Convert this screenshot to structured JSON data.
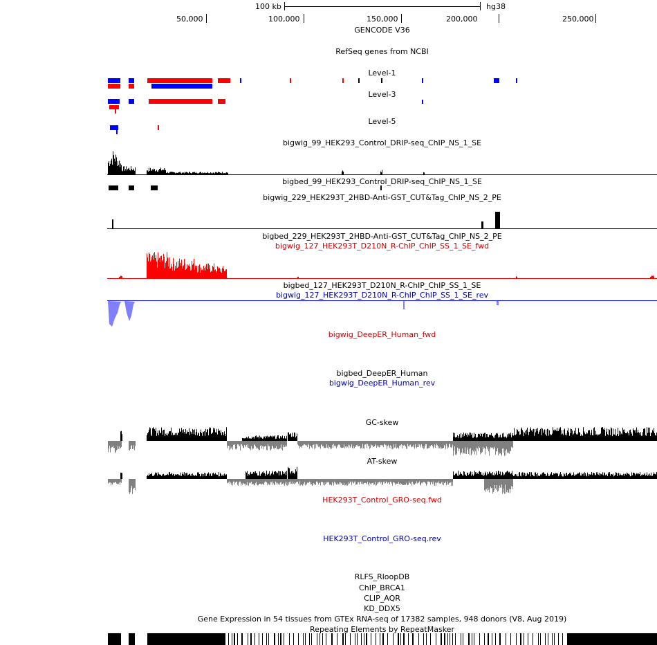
{
  "ruler": {
    "scale_label": "100 kb",
    "assembly": "hg38",
    "ticks": [
      "50,000",
      "100,000",
      "150,000",
      "200,000",
      "250,000"
    ],
    "gene_track": "GENCODE V36"
  },
  "tracks": {
    "refseq_title": "RefSeq genes from NCBI",
    "level1": "Level-1",
    "level3": "Level-3",
    "level5": "Level-5",
    "drip_bigwig": "bigwig_99_HEK293_Control_DRIP-seq_ChIP_NS_1_SE",
    "drip_bigbed": "bigbed_99_HEK293_Control_DRIP-seq_ChIP_NS_1_SE",
    "cut_bigwig": "bigwig_229_HEK293T_2HBD-Anti-GST_CUT&Tag_ChIP_NS_2_PE",
    "cut_bigbed": "bigbed_229_HEK293T_2HBD-Anti-GST_CUT&Tag_ChIP_NS_2_PE",
    "rchip_fwd": "bigwig_127_HEK293T_D210N_R-ChIP_ChIP_SS_1_SE_fwd",
    "rchip_bigbed": "bigbed_127_HEK293T_D210N_R-ChIP_ChIP_SS_1_SE",
    "rchip_rev": "bigwig_127_HEK293T_D210N_R-ChIP_ChIP_SS_1_SE_rev",
    "deeper_fwd": "bigwig_DeepER_Human_fwd",
    "deeper_bigbed": "bigbed_DeepER_Human",
    "deeper_rev": "bigwig_DeepER_Human_rev",
    "gc_skew": "GC-skew",
    "at_skew": "AT-skew",
    "gro_fwd": "HEK293T_Control_GRO-seq.fwd",
    "gro_rev": "HEK293T_Control_GRO-seq.rev",
    "rlfs": "RLFS_RloopDB",
    "chip_brca1": "ChIP_BRCA1",
    "clip_aqr": "CLIP_AQR",
    "kd_ddx5": "KD_DDX5",
    "gtex": "Gene Expression in 54 tissues from GTEx RNA-seq of 17382 samples, 948 donors (V8, Aug 2019)",
    "repeatmasker": "Repeating Elements by RepeatMasker"
  },
  "colors": {
    "plus_strand": "#ff0000",
    "minus_strand": "#0000ff",
    "rev_signal": "#8080ff",
    "black": "#000000",
    "grey": "#808080",
    "red_label": "#cc0000",
    "blue_label": "#0000aa"
  }
}
